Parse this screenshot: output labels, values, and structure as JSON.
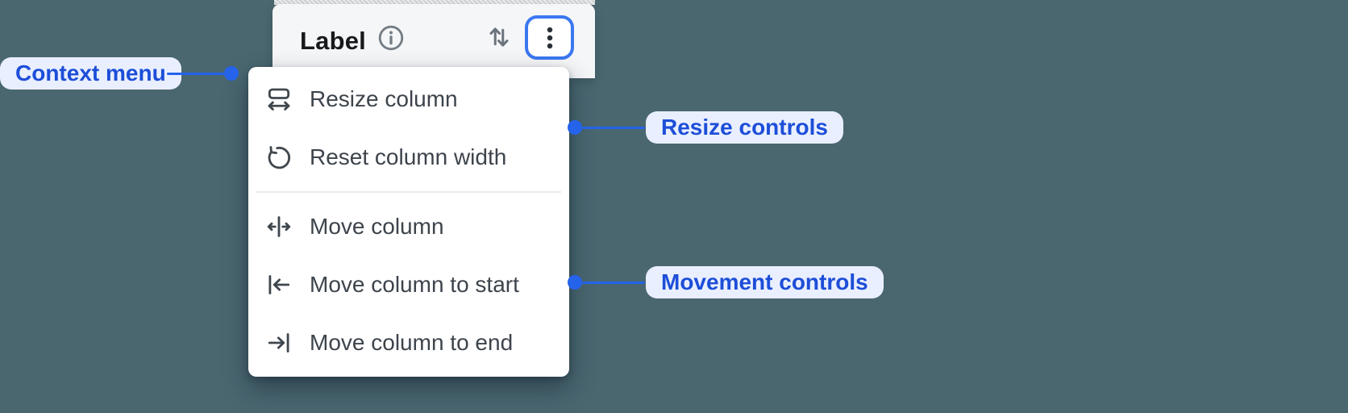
{
  "colors": {
    "background": "#4A6770",
    "header_bg": "#F5F6F7",
    "menu_bg": "#FFFFFF",
    "menu_text": "#3D444C",
    "focus_ring_blue": "#3B77F0",
    "annotation_blue": "#2563EB",
    "pill_bg": "#E9EFFE",
    "pill_text": "#1D4ED8"
  },
  "column_header": {
    "label": "Label",
    "info_icon": "info-icon",
    "sort_icon": "sort-ascending-descending-icon",
    "more_icon": "kebab-more-icon"
  },
  "context_menu": {
    "groups": [
      {
        "name": "resize",
        "items": [
          {
            "icon": "resize-column-icon",
            "label": "Resize column"
          },
          {
            "icon": "reset-column-width-icon",
            "label": "Reset column width"
          }
        ]
      },
      {
        "name": "movement",
        "items": [
          {
            "icon": "move-column-icon",
            "label": "Move column"
          },
          {
            "icon": "move-column-to-start-icon",
            "label": "Move column to start"
          },
          {
            "icon": "move-column-to-end-icon",
            "label": "Move column to end"
          }
        ]
      }
    ]
  },
  "annotations": [
    {
      "label": "Context menu",
      "side": "left"
    },
    {
      "label": "Resize controls",
      "side": "right"
    },
    {
      "label": "Movement controls",
      "side": "right"
    }
  ]
}
